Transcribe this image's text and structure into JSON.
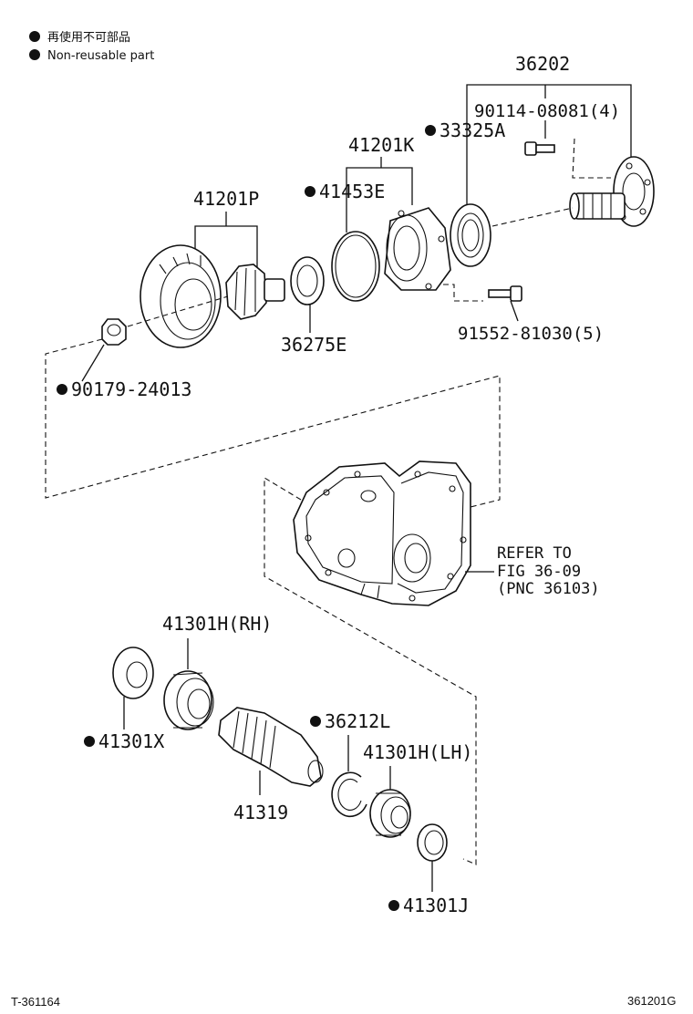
{
  "legend": {
    "line1": "再使用不可部品",
    "line2": "Non-reusable part"
  },
  "labels": {
    "p36202": "36202",
    "p90114": "90114-08081(4)",
    "p33325A": "33325A",
    "p41201K": "41201K",
    "p41453E": "41453E",
    "p41201P": "41201P",
    "p36275E": "36275E",
    "p91552": "91552-81030(5)",
    "p90179": "90179-24013",
    "ref1": "REFER TO",
    "ref2": "FIG 36-09",
    "ref3": "(PNC 36103)",
    "p41301H_RH": "41301H(RH)",
    "p41301X": "41301X",
    "p36212L": "36212L",
    "p41301H_LH": "41301H(LH)",
    "p41319": "41319",
    "p41301J": "41301J"
  },
  "footer": {
    "left_code": "T-361164",
    "right_code": "361201G"
  }
}
